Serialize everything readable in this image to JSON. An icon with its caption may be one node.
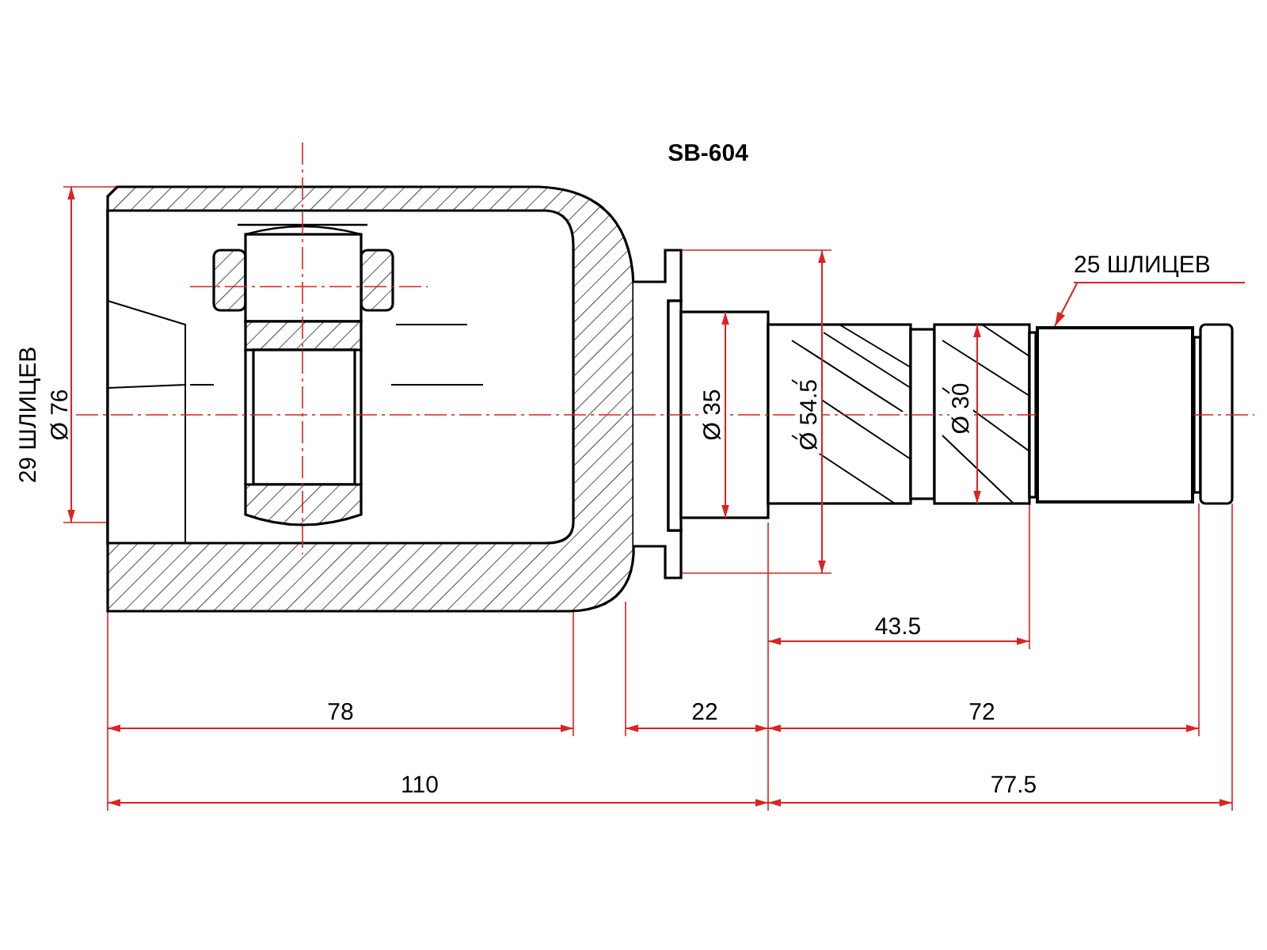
{
  "diagram": {
    "title": "SB-604",
    "nodes": [
      {
        "text": [
          "25 ШЛИЦЕВ"
        ]
      },
      {
        "text": [],
        "shape": "box"
      }
    ],
    "edges": [
      {
        "from": 0,
        "to": 1,
        "arrow": "to"
      }
    ],
    "labels": [
      "29 ШЛИЦЕВ",
      "Ø 76",
      "Ø 35",
      "Ø 54.5",
      "Ø 30",
      "43.5",
      "78",
      "22",
      "72",
      "110",
      "77.5"
    ]
  }
}
